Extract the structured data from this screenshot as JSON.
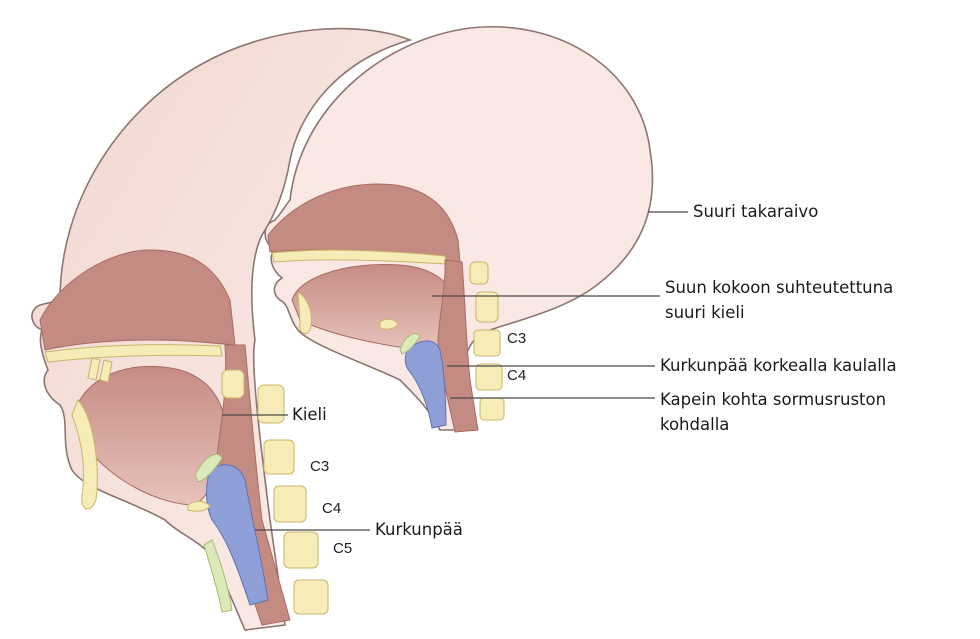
{
  "colors": {
    "skin": "#f4dcd6",
    "skin_edge": "#8c7672",
    "tissue": "#c48b83",
    "tissue_dark": "#a86b64",
    "bone": "#f6ecb8",
    "bone_edge": "#c9b46a",
    "airway": "#8d9fd6",
    "leader_line": "#4a4a4a"
  },
  "labels": {
    "occiput": "Suuri takaraivo",
    "tongue_large_l1": "Suun kokoon suhteutettuna",
    "tongue_large_l2": "suuri kieli",
    "larynx_high": "Kurkunpää korkealla kaulalla",
    "narrowest_l1": "Kapein kohta sormusruston",
    "narrowest_l2": "kohdalla",
    "tongue": "Kieli",
    "larynx": "Kurkunpää"
  },
  "vertebrae": {
    "infant": [
      "C3",
      "C4"
    ],
    "adult": [
      "C3",
      "C4",
      "C5"
    ]
  }
}
